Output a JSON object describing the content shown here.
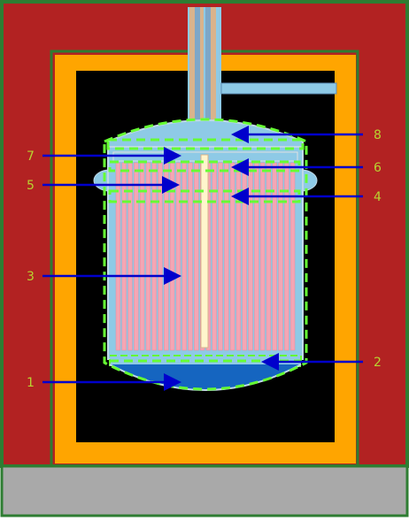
{
  "colors": {
    "outer_wall": "#b22222",
    "outer_border": "#2e7d32",
    "insulation": "#ffa500",
    "cavity": "#000000",
    "vessel_fluid": "#8ecae6",
    "fuel_rod": "#f4a6b4",
    "bottom_pool": "#1565c0",
    "zone_outline": "#66ff33",
    "arrow": "#0000cc",
    "label": "#b8d430",
    "floor": "#a9a9a9",
    "pipe": "#8ecae6",
    "pipe_inner": "#d9b38c"
  },
  "labels": {
    "left": [
      {
        "id": "7",
        "text": "7"
      },
      {
        "id": "5",
        "text": "5"
      },
      {
        "id": "3",
        "text": "3"
      },
      {
        "id": "1",
        "text": "1"
      }
    ],
    "right": [
      {
        "id": "8",
        "text": "8"
      },
      {
        "id": "6",
        "text": "6"
      },
      {
        "id": "4",
        "text": "4"
      },
      {
        "id": "2",
        "text": "2"
      }
    ]
  },
  "rod_count": 30
}
